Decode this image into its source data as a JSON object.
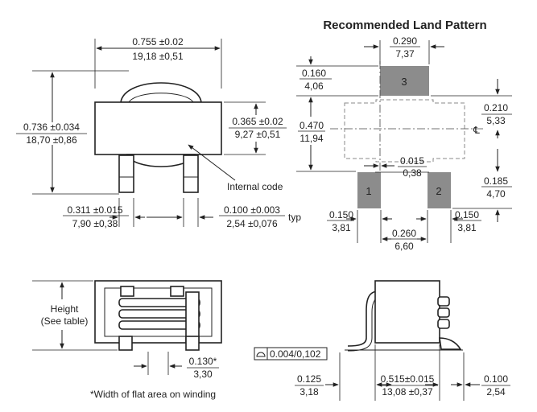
{
  "land_pattern": {
    "title": "Recommended Land Pattern",
    "dims": {
      "pad3_w_in": "0.290",
      "pad3_w_mm": "7,37",
      "pad3_h_in": "0.160",
      "pad3_h_mm": "4,06",
      "span_in": "0.470",
      "span_mm": "11,94",
      "top_to_center_in": "0.210",
      "top_to_center_mm": "5,33",
      "gap_in": "0.015",
      "gap_mm": "0,38",
      "bottom_h_in": "0.185",
      "bottom_h_mm": "4,70",
      "pad1_w_in": "0.150",
      "pad1_w_mm": "3,81",
      "pad2_w_in": "0.150",
      "pad2_w_mm": "3,81",
      "pad_span_in": "0.260",
      "pad_span_mm": "6,60"
    },
    "pads": {
      "p1": "1",
      "p2": "2",
      "p3": "3"
    },
    "centerline_symbol": "℄"
  },
  "top_view": {
    "width_in": "0.755 ±0.02",
    "width_mm": "19,18 ±0,51",
    "height_in": "0.736 ±0.034",
    "height_mm": "18,70 ±0,86",
    "body_h_in": "0.365 ±0.02",
    "body_h_mm": "9,27 ±0,51",
    "internal_code": "Internal code",
    "term_in": "0.311 ±0.015",
    "term_mm": "7,90 ±0,38",
    "pitch_in": "0.100 ±0.003",
    "pitch_mm": "2,54 ±0,076",
    "typ": "typ"
  },
  "side_view": {
    "height_label_1": "Height",
    "height_label_2": "(See table)",
    "flat_in": "0.130*",
    "flat_mm": "3,30",
    "footnote": "*Width of flat area on winding"
  },
  "end_view": {
    "coplanarity": "0.004/0,102",
    "left_in": "0.125",
    "left_mm": "3,18",
    "body_in": "0.515±0.015",
    "body_mm": "13,08 ±0,37",
    "right_in": "0.100",
    "right_mm": "2,54"
  }
}
